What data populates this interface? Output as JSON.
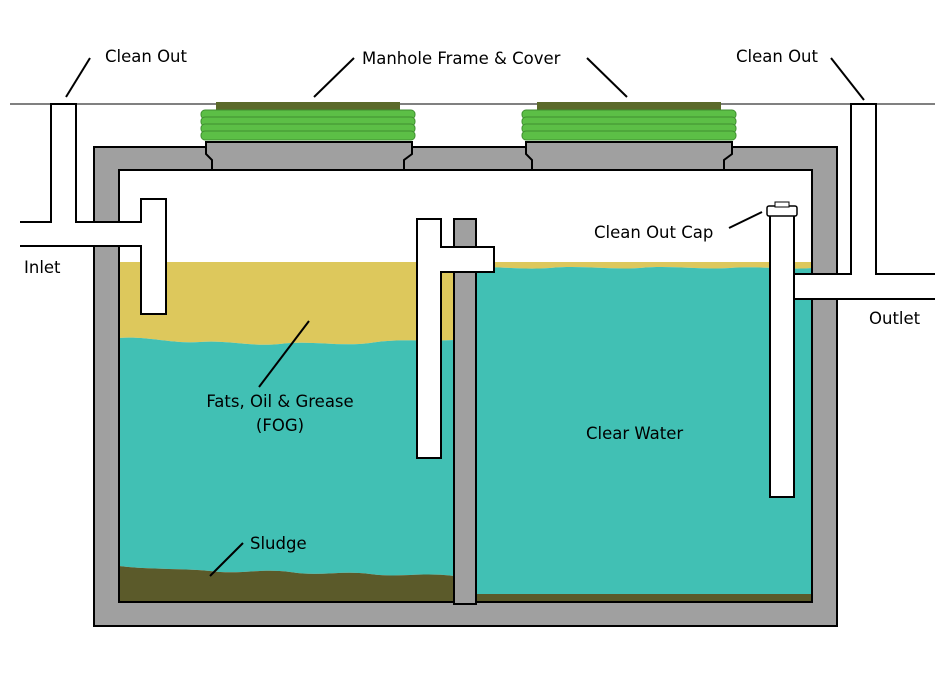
{
  "labels": {
    "clean_out_left": "Clean Out",
    "manhole": "Manhole Frame & Cover",
    "clean_out_right": "Clean Out",
    "clean_out_cap": "Clean Out Cap",
    "inlet": "Inlet",
    "outlet": "Outlet",
    "fog_line1": "Fats, Oil & Grease",
    "fog_line2": "(FOG)",
    "clear_water": "Clear Water",
    "sludge": "Sludge"
  },
  "colors": {
    "concrete": "#a0a0a0",
    "water": "#41c0b4",
    "fog": "#ddc85c",
    "sludge": "#5b5a2a",
    "cover_grip": "#5cbf46",
    "cover_top": "#5b6a2a",
    "pipe": "#ffffff",
    "outline": "#000000"
  }
}
